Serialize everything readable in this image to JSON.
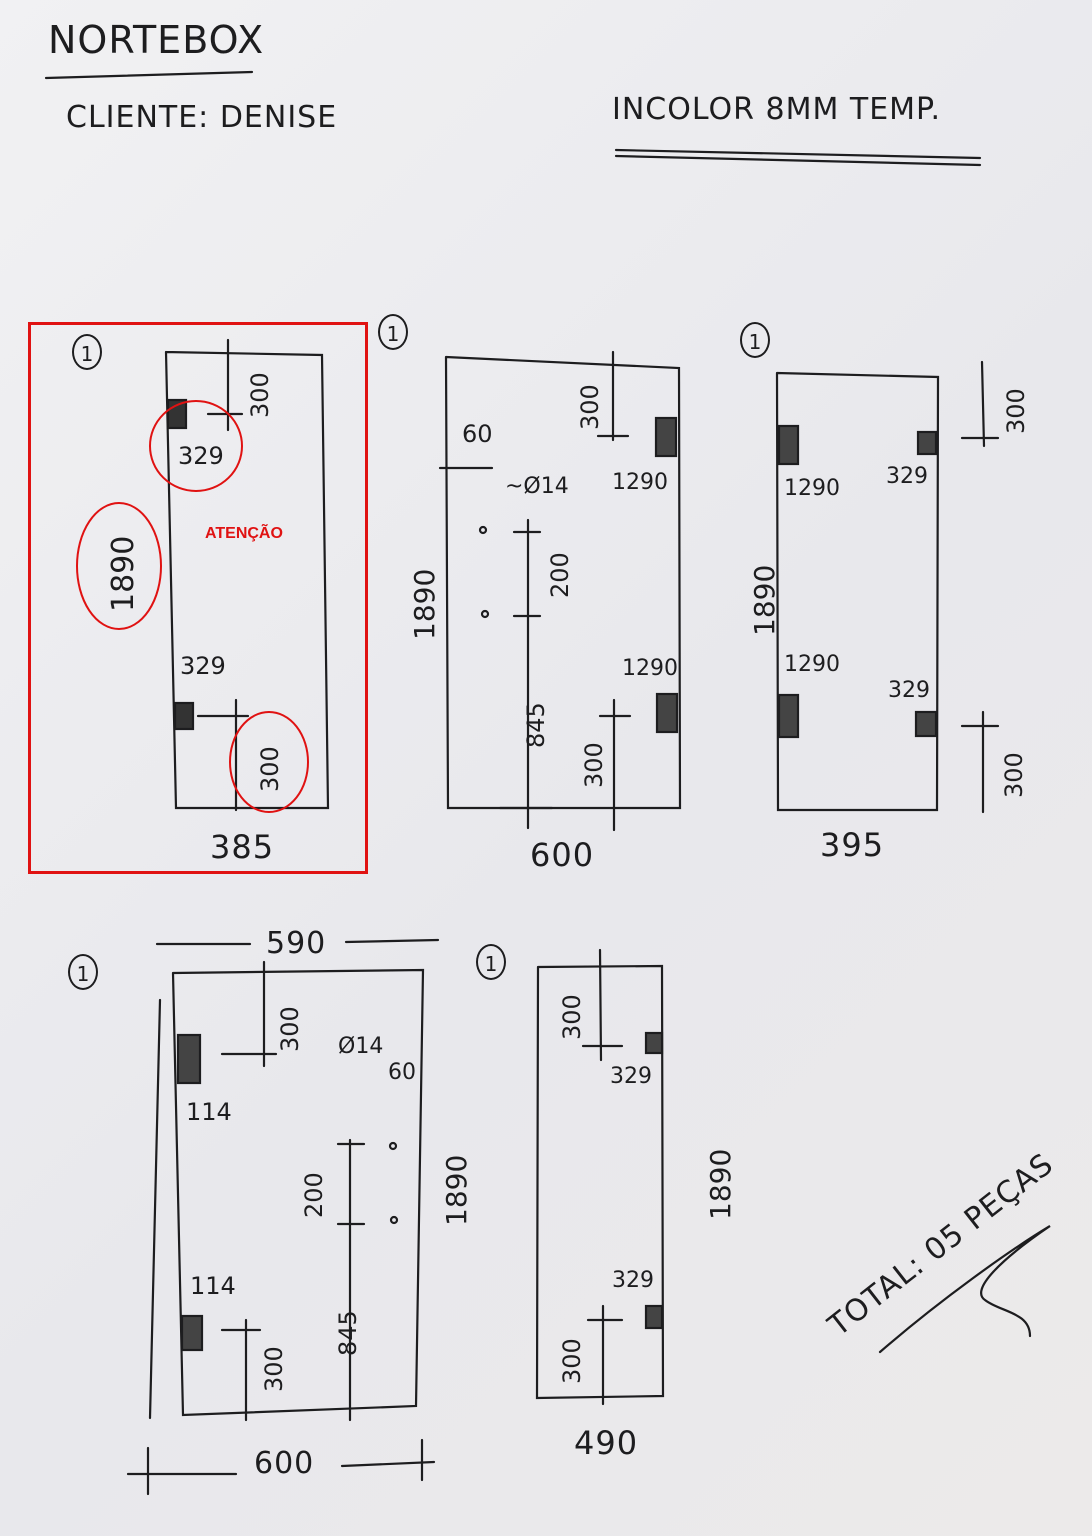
{
  "header": {
    "brand": "NORTEBOX",
    "client": "CLIENTE: DENISE",
    "glass_spec": "INCOLOR 8MM TEMP."
  },
  "annotation": {
    "warning_label": "ATENÇÃO",
    "highlight_color": "#e01212"
  },
  "pieces": [
    {
      "qty": "1",
      "width": "385",
      "height": "1890",
      "dims": [
        "300",
        "329",
        "329",
        "300"
      ]
    },
    {
      "qty": "1",
      "width": "600",
      "height": "1890",
      "dims": [
        "60",
        "300",
        "1290",
        "~Ø14",
        "200",
        "1290",
        "845",
        "300"
      ]
    },
    {
      "qty": "1",
      "width": "395",
      "height": "1890",
      "dims": [
        "300",
        "1290",
        "329",
        "1290",
        "329",
        "300"
      ]
    },
    {
      "qty": "1",
      "top_width": "590",
      "width": "600",
      "height": "1890",
      "dims": [
        "300",
        "Ø14",
        "60",
        "114",
        "200",
        "114",
        "845",
        "300"
      ]
    },
    {
      "qty": "1",
      "width": "490",
      "height": "1890",
      "dims": [
        "300",
        "329",
        "329",
        "300"
      ]
    }
  ],
  "footer": {
    "total": "TOTAL: 05 PEÇAS"
  }
}
